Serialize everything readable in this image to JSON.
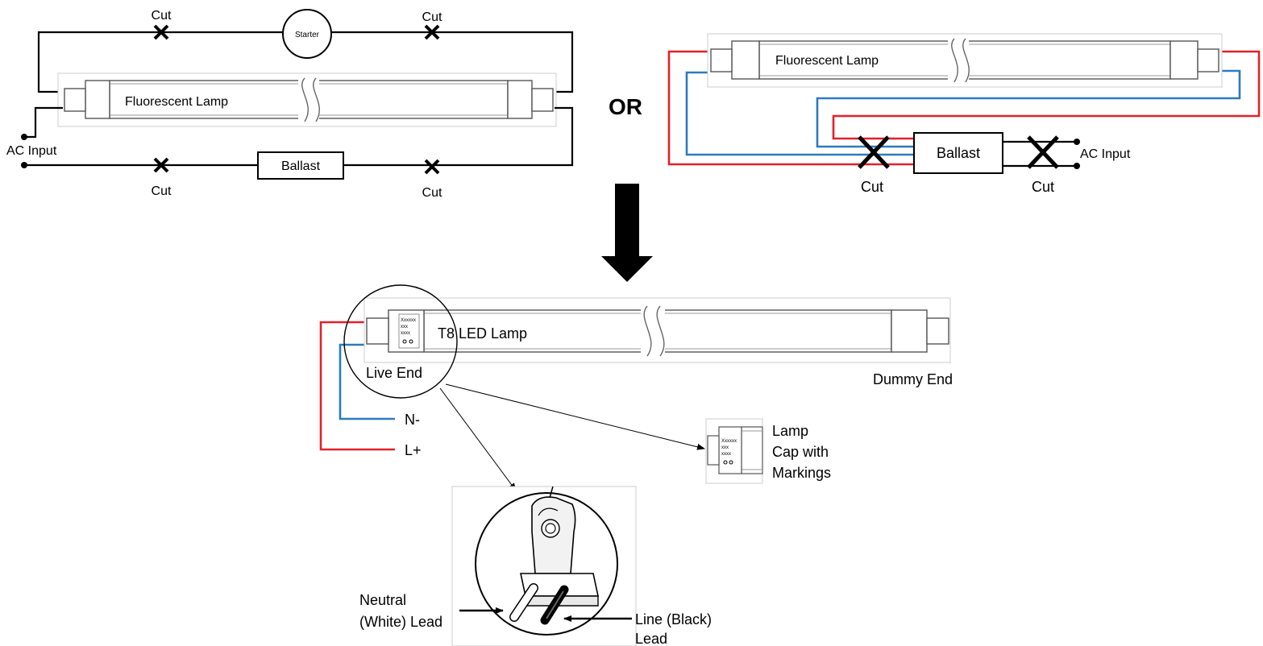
{
  "colors": {
    "line_red": "#e3202a",
    "neutral_blue": "#2c7bbf",
    "wire_black": "#000000"
  },
  "top_left": {
    "cut_top_left": "Cut",
    "cut_top_right": "Cut",
    "starter": "Starter",
    "lamp": "Fluorescent Lamp",
    "ac_input": "AC Input",
    "ballast": "Ballast",
    "cut_bottom_left": "Cut",
    "cut_bottom_right": "Cut"
  },
  "or_label": "OR",
  "top_right": {
    "lamp": "Fluorescent Lamp",
    "ballast": "Ballast",
    "ac_input": "AC Input",
    "cut_left": "Cut",
    "cut_right": "Cut"
  },
  "bottom": {
    "led_lamp": "T8 LED Lamp",
    "live_end": "Live End",
    "dummy_end": "Dummy End",
    "neutral": "N-",
    "line": "L+",
    "cap_label_1": "Lamp",
    "cap_label_2": "Cap with",
    "cap_label_3": "Markings",
    "marking_1": "Xxxxxx",
    "marking_2": "xxx",
    "marking_3": "xxxx",
    "neutral_lead_1": "Neutral",
    "neutral_lead_2": "(White) Lead",
    "line_lead_1": "Line (Black)",
    "line_lead_2": "Lead"
  }
}
